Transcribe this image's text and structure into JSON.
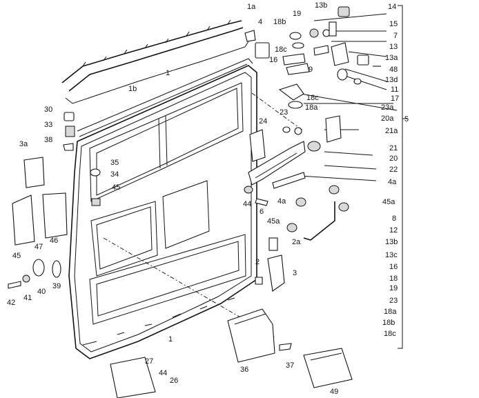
{
  "callouts": {
    "p1a": "1a",
    "p4": "4",
    "p18b": "18b",
    "p19": "19",
    "p13b": "13b",
    "p14": "14",
    "p15": "15",
    "p7": "7",
    "p13": "13",
    "p13a": "13a",
    "p48": "48",
    "p13d": "13d",
    "p11": "11",
    "p17": "17",
    "p18c_top": "18c",
    "p16": "16",
    "p9": "9",
    "p1_top": "1",
    "p1b": "1b",
    "p23a": "23a",
    "p18c_mid": "18c",
    "p18a_mid": "18a",
    "p23": "23",
    "p20a": "20a",
    "p21a": "21a",
    "p5": "5",
    "p21": "21",
    "p20": "20",
    "p22": "22",
    "p24": "24",
    "p30": "30",
    "p33": "33",
    "p38": "38",
    "p3a": "3a",
    "p35": "35",
    "p34": "34",
    "p45_left": "45",
    "p44_mid": "44",
    "p6": "6",
    "p4a_mid": "4a",
    "p4a_right": "4a",
    "p45a_right": "45a",
    "p45a_mid": "45a",
    "p2a": "2a",
    "p8": "8",
    "p12": "12",
    "p13b_list": "13b",
    "p13c": "13c",
    "p16_list": "16",
    "p18": "18",
    "p19_list": "19",
    "p23_list": "23",
    "p18a_list": "18a",
    "p18b_list": "18b",
    "p18c_list": "18c",
    "p46": "46",
    "p47": "47",
    "p45_bottom": "45",
    "p2": "2",
    "p3": "3",
    "p39": "39",
    "p40": "40",
    "p41": "41",
    "p42": "42",
    "p1_bottom": "1",
    "p36": "36",
    "p37": "37",
    "p27": "27",
    "p44_bottom": "44",
    "p26": "26",
    "p49": "49"
  }
}
